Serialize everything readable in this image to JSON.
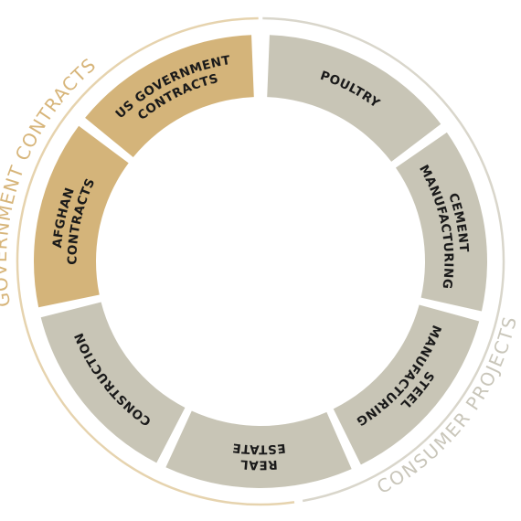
{
  "colors": {
    "government": "#d4b47a",
    "consumer": "#c8c5b6",
    "government_arc": "#e6d3ae",
    "consumer_arc": "#d9d6cb",
    "government_text": "#d7b57a",
    "consumer_text": "#c9c6ba",
    "segment_text": "#1a1a1a"
  },
  "groups": [
    {
      "id": "government",
      "label": "GOVERNMENT CONTRACTS"
    },
    {
      "id": "consumer",
      "label": "CONSUMER PROJECTS"
    }
  ],
  "segments": [
    {
      "id": "poultry",
      "group": "consumer",
      "lines": [
        "POULTRY"
      ]
    },
    {
      "id": "cement",
      "group": "consumer",
      "lines": [
        "CEMENT",
        "MANUFACTURING"
      ]
    },
    {
      "id": "steel",
      "group": "consumer",
      "lines": [
        "STEEL",
        "MANUFACTURING"
      ]
    },
    {
      "id": "real-estate",
      "group": "consumer",
      "lines": [
        "REAL",
        "ESTATE"
      ]
    },
    {
      "id": "construction",
      "group": "consumer",
      "lines": [
        "CONSTRUCTION"
      ]
    },
    {
      "id": "afghan",
      "group": "government",
      "lines": [
        "AFGHAN",
        "CONTRACTS"
      ]
    },
    {
      "id": "us-gov",
      "group": "government",
      "lines": [
        "US GOVERNMENT",
        "CONTRACTS"
      ]
    }
  ]
}
